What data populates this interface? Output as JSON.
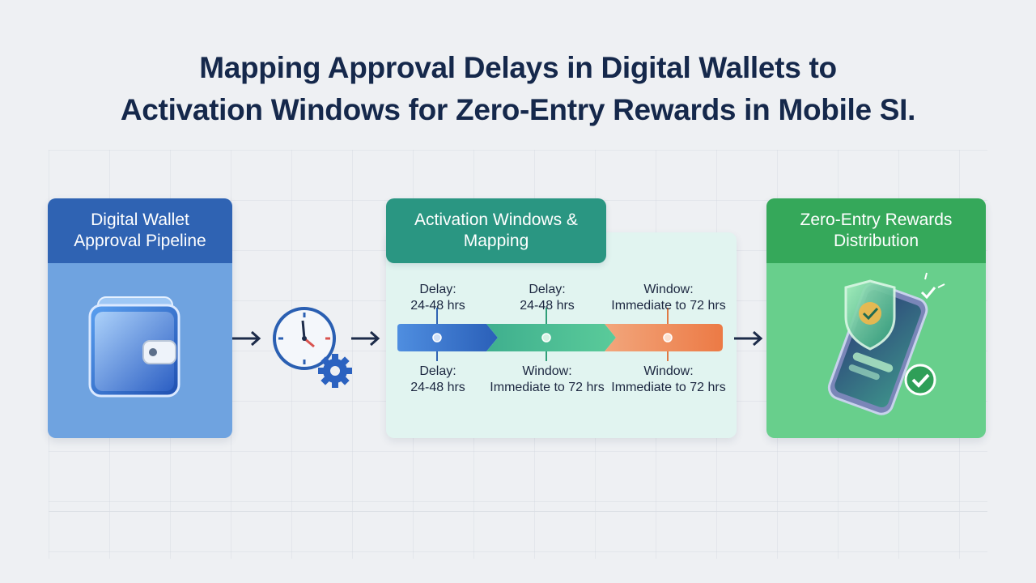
{
  "title": {
    "line1": "Mapping Approval Delays in Digital Wallets to",
    "line2": "Activation Windows for Zero-Entry Rewards in Mobile SI."
  },
  "panels": {
    "wallet": {
      "line1": "Digital Wallet",
      "line2": "Approval Pipeline",
      "icon": "wallet-icon"
    },
    "activation": {
      "line1": "Activation Windows &",
      "line2": "Mapping"
    },
    "rewards": {
      "line1": "Zero-Entry Rewards",
      "line2": "Distribution",
      "icon": "phone-reward-icon"
    }
  },
  "timeline": {
    "top": [
      {
        "key": "Delay:",
        "value": "24-48 hrs"
      },
      {
        "key": "Delay:",
        "value": "24-48 hrs"
      },
      {
        "key": "Window:",
        "value": "Immediate to 72 hrs"
      }
    ],
    "bottom": [
      {
        "key": "Delay:",
        "value": "24-48 hrs"
      },
      {
        "key": "Window:",
        "value": "Immediate to 72 hrs"
      },
      {
        "key": "Window:",
        "value": "Immediate to 72 hrs"
      }
    ],
    "segment_colors": [
      "#3a74c9",
      "#3fbf8f",
      "#ee8452"
    ]
  },
  "icons": [
    "clock-gear-icon",
    "arrow-right-icon"
  ],
  "colors": {
    "title": "#15284b",
    "wallet_head": "#2f63b3",
    "wallet_body": "#6fa3e0",
    "activation_head": "#2a9682",
    "activation_body": "#e1f4f0",
    "rewards_head": "#35a85a",
    "rewards_body": "#68cf8c"
  }
}
